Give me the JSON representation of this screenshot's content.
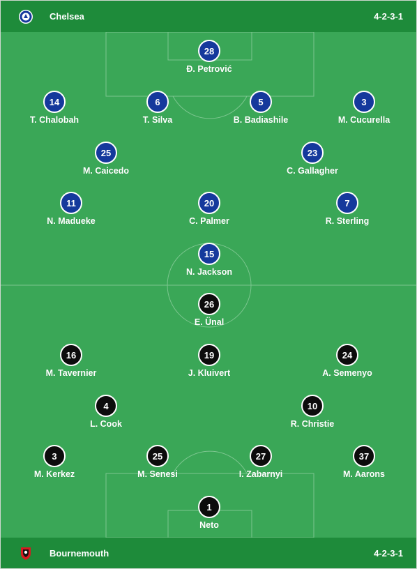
{
  "home": {
    "name": "Chelsea",
    "formation": "4-2-3-1",
    "logo_icon": "chelsea-crest-icon",
    "color": "#15399c",
    "players": [
      {
        "number": "28",
        "name": "Đ. Petrović"
      },
      {
        "number": "14",
        "name": "T. Chalobah"
      },
      {
        "number": "6",
        "name": "T. Silva"
      },
      {
        "number": "5",
        "name": "B. Badiashile"
      },
      {
        "number": "3",
        "name": "M. Cucurella"
      },
      {
        "number": "25",
        "name": "M. Caicedo"
      },
      {
        "number": "23",
        "name": "C. Gallagher"
      },
      {
        "number": "11",
        "name": "N. Madueke"
      },
      {
        "number": "20",
        "name": "C. Palmer"
      },
      {
        "number": "7",
        "name": "R. Sterling"
      },
      {
        "number": "15",
        "name": "N. Jackson"
      }
    ]
  },
  "away": {
    "name": "Bournemouth",
    "formation": "4-2-3-1",
    "logo_icon": "bournemouth-crest-icon",
    "color": "#0c0c0c",
    "players": [
      {
        "number": "26",
        "name": "E. Ünal"
      },
      {
        "number": "16",
        "name": "M. Tavernier"
      },
      {
        "number": "19",
        "name": "J. Kluivert"
      },
      {
        "number": "24",
        "name": "A. Semenyo"
      },
      {
        "number": "4",
        "name": "L. Cook"
      },
      {
        "number": "10",
        "name": "R. Christie"
      },
      {
        "number": "3",
        "name": "M. Kerkez"
      },
      {
        "number": "25",
        "name": "M. Senesi"
      },
      {
        "number": "27",
        "name": "I. Zabarnyi"
      },
      {
        "number": "37",
        "name": "M. Aarons"
      },
      {
        "number": "1",
        "name": "Neto"
      }
    ]
  },
  "pitch_color": "#3aa757",
  "bar_color": "#1e8b3a"
}
